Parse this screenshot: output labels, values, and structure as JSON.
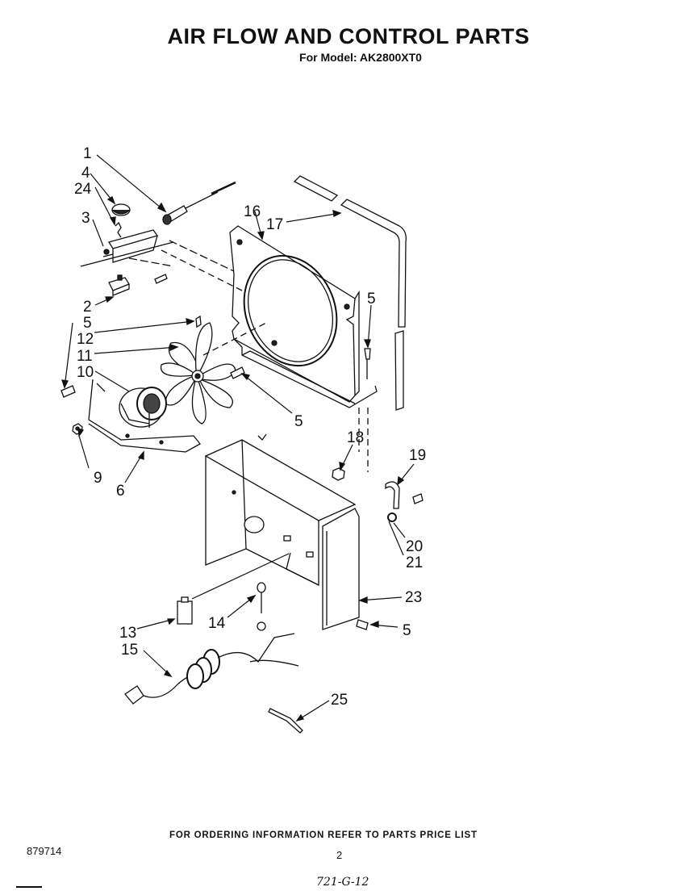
{
  "header": {
    "title": "AIR FLOW AND CONTROL PARTS",
    "subtitle": "For Model: AK2800XT0"
  },
  "callouts": [
    "1",
    "4",
    "24",
    "3",
    "2",
    "5",
    "12",
    "11",
    "10",
    "9",
    "6",
    "16",
    "17",
    "5",
    "5",
    "18",
    "19",
    "20",
    "21",
    "23",
    "13",
    "14",
    "5",
    "15",
    "25"
  ],
  "footer": {
    "ordering_note": "FOR ORDERING INFORMATION REFER TO PARTS PRICE LIST",
    "diagram_number": "879714",
    "page_number": "2",
    "handwritten_code": "721-G-12"
  }
}
